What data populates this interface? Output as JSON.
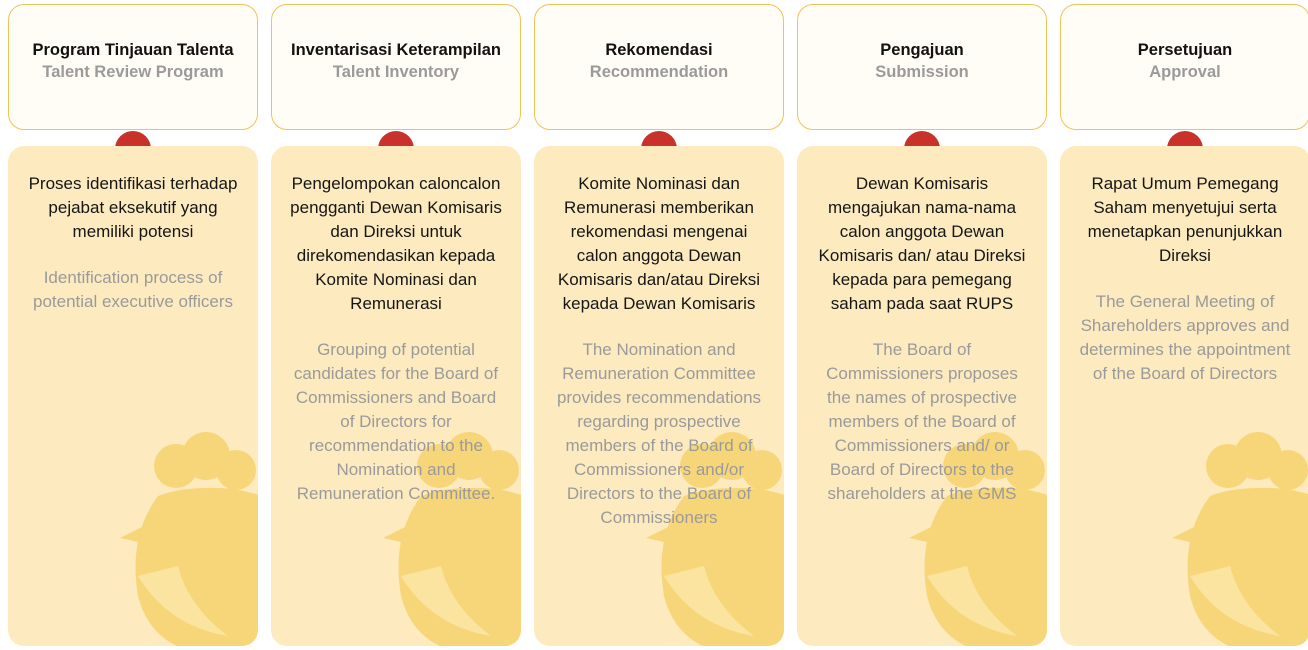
{
  "steps": [
    {
      "title": "Program Tinjauan Talenta",
      "subtitle": "Talent Review Program",
      "description_id": "Proses identifikasi terhadap pejabat eksekutif yang memiliki potensi",
      "description_en": "Identification process of potential executive officers"
    },
    {
      "title": "Inventarisasi Keterampilan",
      "subtitle": "Talent Inventory",
      "description_id": "Pengelompokan caloncalon pengganti Dewan Komisaris dan Direksi untuk direkomendasikan kepada Komite Nominasi dan Remunerasi",
      "description_en": "Grouping of potential candidates for the Board of Commissioners and Board of Directors for recommendation to the Nomination and Remuneration Committee."
    },
    {
      "title": "Rekomendasi",
      "subtitle": "Recommendation",
      "description_id": "Komite Nominasi dan Remunerasi memberikan rekomendasi mengenai calon anggota Dewan Komisaris dan/atau Direksi kepada Dewan Komisaris",
      "description_en": "The Nomination and Remuneration Committee provides recommendations regarding prospective members of the Board of Commissioners and/or Directors to the Board of Commissioners"
    },
    {
      "title": "Pengajuan",
      "subtitle": "Submission",
      "description_id": "Dewan Komisaris mengajukan nama-nama calon anggota Dewan Komisaris dan/ atau Direksi kepada para pemegang saham pada saat RUPS",
      "description_en": "The Board of Commissioners proposes the names of prospective members of the Board of Commissioners and/ or Board of Directors to the shareholders at the GMS"
    },
    {
      "title": "Persetujuan",
      "subtitle": "Approval",
      "description_id": "Rapat Umum Pemegang Saham menyetujui serta menetapkan penunjukkan Direksi",
      "description_en": "The General Meeting of Shareholders approves and determines the appointment of the Board of Directors"
    }
  ],
  "colors": {
    "header_border": "#f2c25a",
    "card_fill": "#fdebbf",
    "connector": "#c8322b",
    "mascot": "#f7d67a"
  }
}
